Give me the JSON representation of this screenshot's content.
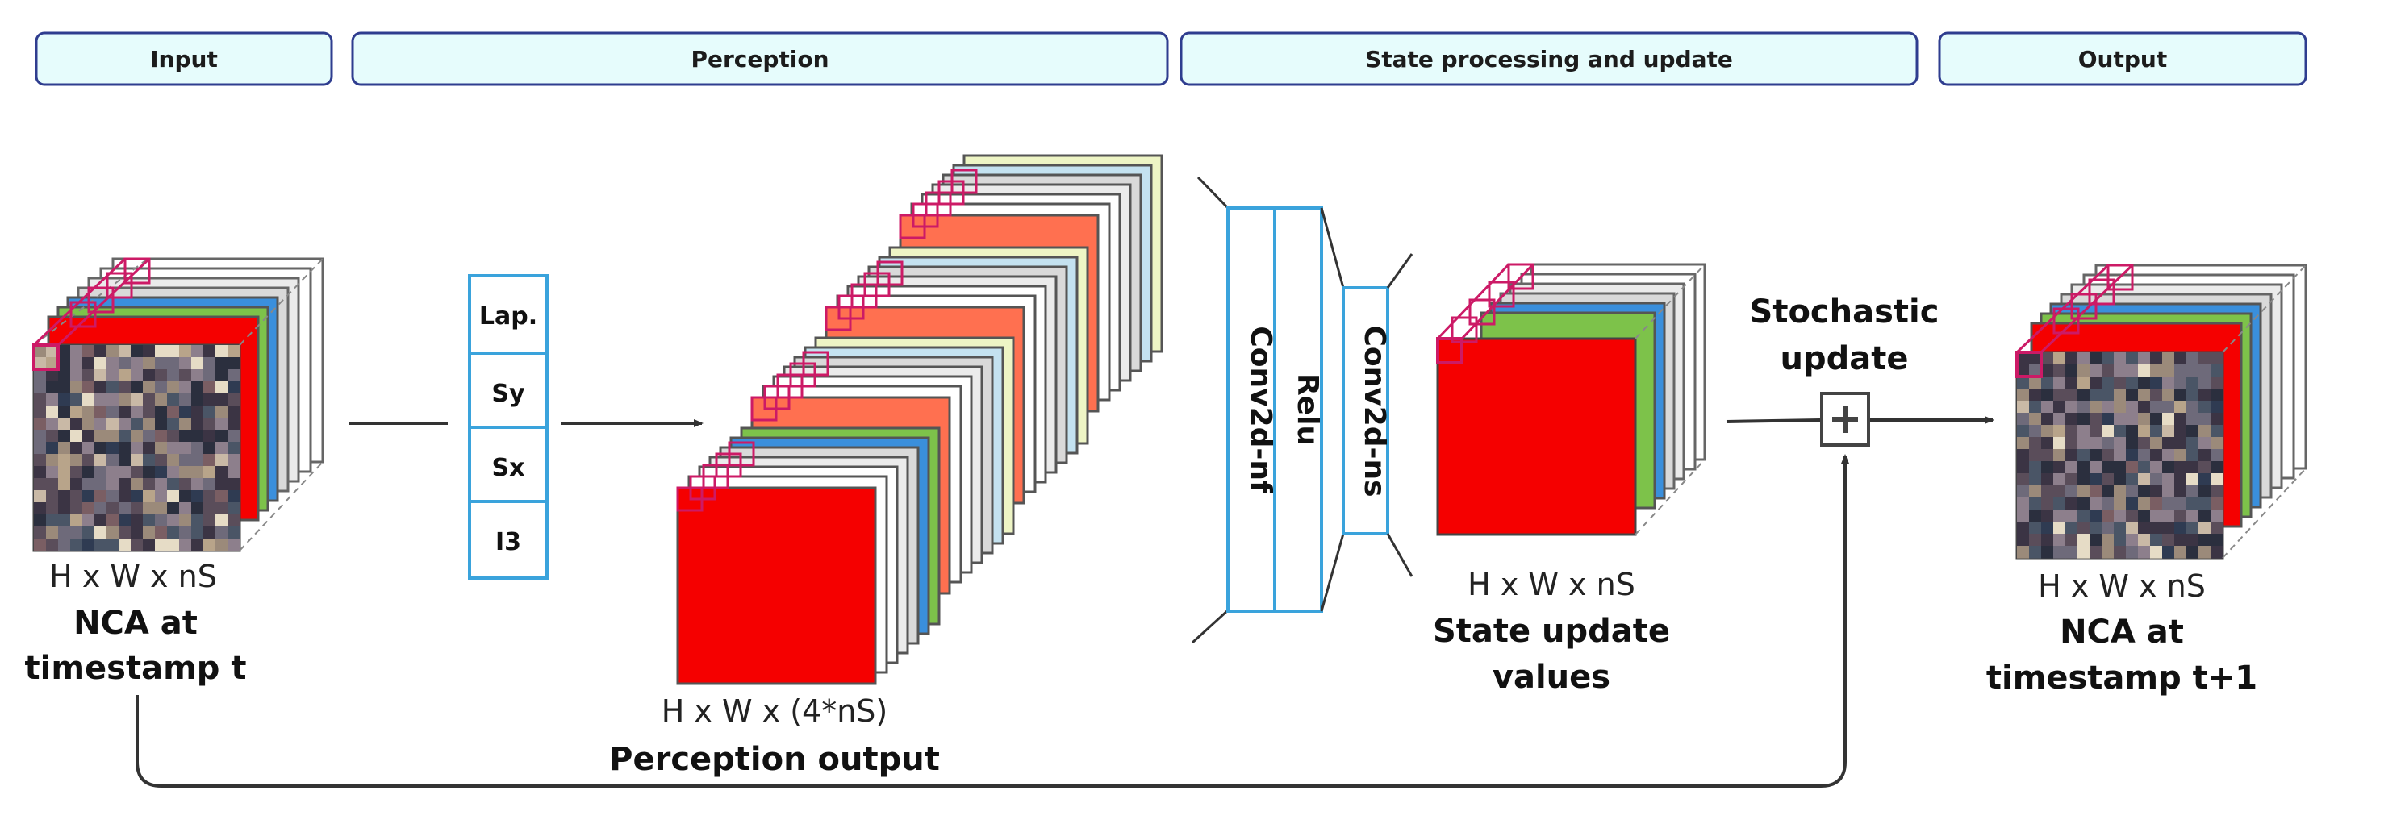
{
  "sections": {
    "input": "Input",
    "perception": "Perception",
    "state": "State processing and update",
    "output": "Output"
  },
  "input_block": {
    "dims": "H x W x nS",
    "caption_line1": "NCA at",
    "caption_line2": "timestamp t"
  },
  "filters": {
    "lap": "Lap.",
    "sy": "Sy",
    "sx": "Sx",
    "i3": "I3"
  },
  "perception_block": {
    "dims": "H x W x (4*nS)",
    "caption": "Perception output"
  },
  "network": {
    "layer1": "Conv2d-nf",
    "layer2": "Relu",
    "layer3": "Conv2d-ns"
  },
  "update_block": {
    "dims": "H x W x nS",
    "caption_line1": "State update",
    "caption_line2": "values"
  },
  "stochastic": {
    "line1": "Stochastic",
    "line2": "update"
  },
  "output_block": {
    "dims": "H x W x nS",
    "caption_line1": "NCA at",
    "caption_line2": "timestamp t+1"
  },
  "colors": {
    "header_fill": "#e6fcfc",
    "header_stroke": "#2f3d8f",
    "highlight": "#cc1a66",
    "red": "#f50000",
    "green": "#7dc24a",
    "blue": "#3a8fdc",
    "salmon": "#ff7050",
    "lightyellow": "#eef5c5",
    "lightblue": "#c4e2f0",
    "filter_blue": "#3aa3dc"
  }
}
